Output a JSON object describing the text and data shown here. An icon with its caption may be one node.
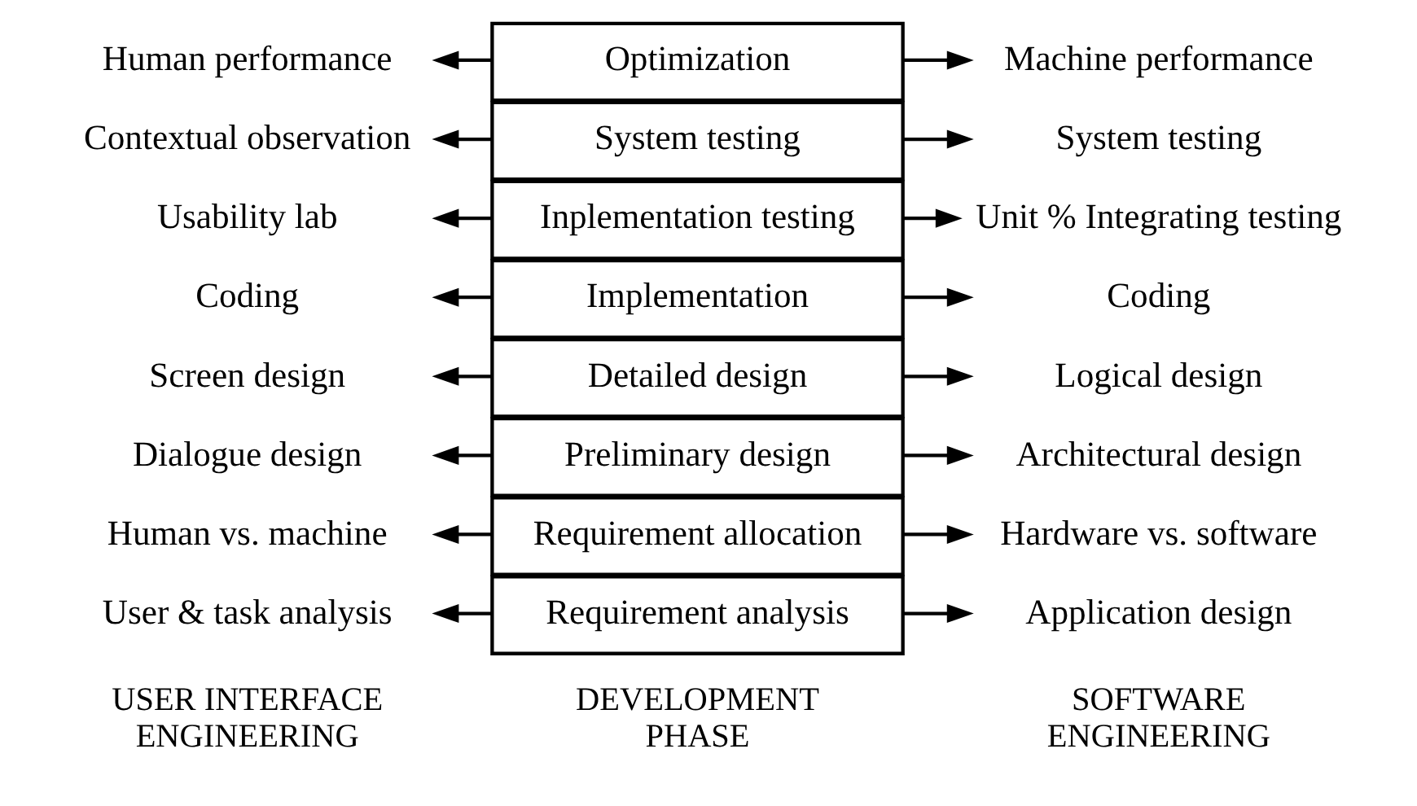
{
  "diagram": {
    "nodes": [
      {
        "text": [
          "User & task analysis"
        ]
      },
      {
        "text": [
          "Requirement analysis"
        ]
      },
      {
        "text": [
          "Application design"
        ]
      },
      {
        "text": [
          "Human vs. machine"
        ]
      },
      {
        "text": [
          "Requirement allocation"
        ]
      },
      {
        "text": [
          "Hardware vs. software"
        ]
      },
      {
        "text": [
          "Dialogue design"
        ]
      },
      {
        "text": [
          "Preliminary design"
        ]
      },
      {
        "text": [
          "Architectural design"
        ]
      },
      {
        "text": [
          "Screen design"
        ]
      },
      {
        "text": [
          "Detailed design"
        ]
      },
      {
        "text": [
          "Logical design"
        ]
      },
      {
        "text": [
          "Coding"
        ]
      },
      {
        "text": [
          "Implementation"
        ]
      },
      {
        "text": [
          "Coding"
        ]
      },
      {
        "text": [
          "Usability lab"
        ]
      },
      {
        "text": [
          "Inplementation testing"
        ]
      },
      {
        "text": [
          "Unit % Integrating testing"
        ]
      },
      {
        "text": [
          "Contextual observation"
        ]
      },
      {
        "text": [
          "System testing"
        ]
      },
      {
        "text": [
          "System testing"
        ]
      },
      {
        "text": [
          "Human performance"
        ]
      },
      {
        "text": [
          "Optimization"
        ]
      },
      {
        "text": [
          "Machine performance"
        ]
      }
    ],
    "edges": [
      {
        "from": 1,
        "to": 0,
        "arrow": "to"
      },
      {
        "from": 1,
        "to": 2,
        "arrow": "to"
      },
      {
        "from": 4,
        "to": 3,
        "arrow": "to"
      },
      {
        "from": 4,
        "to": 5,
        "arrow": "to"
      },
      {
        "from": 7,
        "to": 6,
        "arrow": "to"
      },
      {
        "from": 7,
        "to": 8,
        "arrow": "to"
      },
      {
        "from": 10,
        "to": 9,
        "arrow": "to"
      },
      {
        "from": 10,
        "to": 11,
        "arrow": "to"
      },
      {
        "from": 13,
        "to": 12,
        "arrow": "to"
      },
      {
        "from": 13,
        "to": 14,
        "arrow": "to"
      },
      {
        "from": 16,
        "to": 15,
        "arrow": "to"
      },
      {
        "from": 16,
        "to": 17,
        "arrow": "to"
      },
      {
        "from": 19,
        "to": 18,
        "arrow": "to"
      },
      {
        "from": 19,
        "to": 20,
        "arrow": "to"
      },
      {
        "from": 22,
        "to": 21,
        "arrow": "to"
      },
      {
        "from": 22,
        "to": 23,
        "arrow": "to"
      }
    ],
    "labels": [
      "USER INTERFACE ENGINEERING",
      "DEVELOPMENT PHASE",
      "SOFTWARE ENGINEERING"
    ]
  }
}
